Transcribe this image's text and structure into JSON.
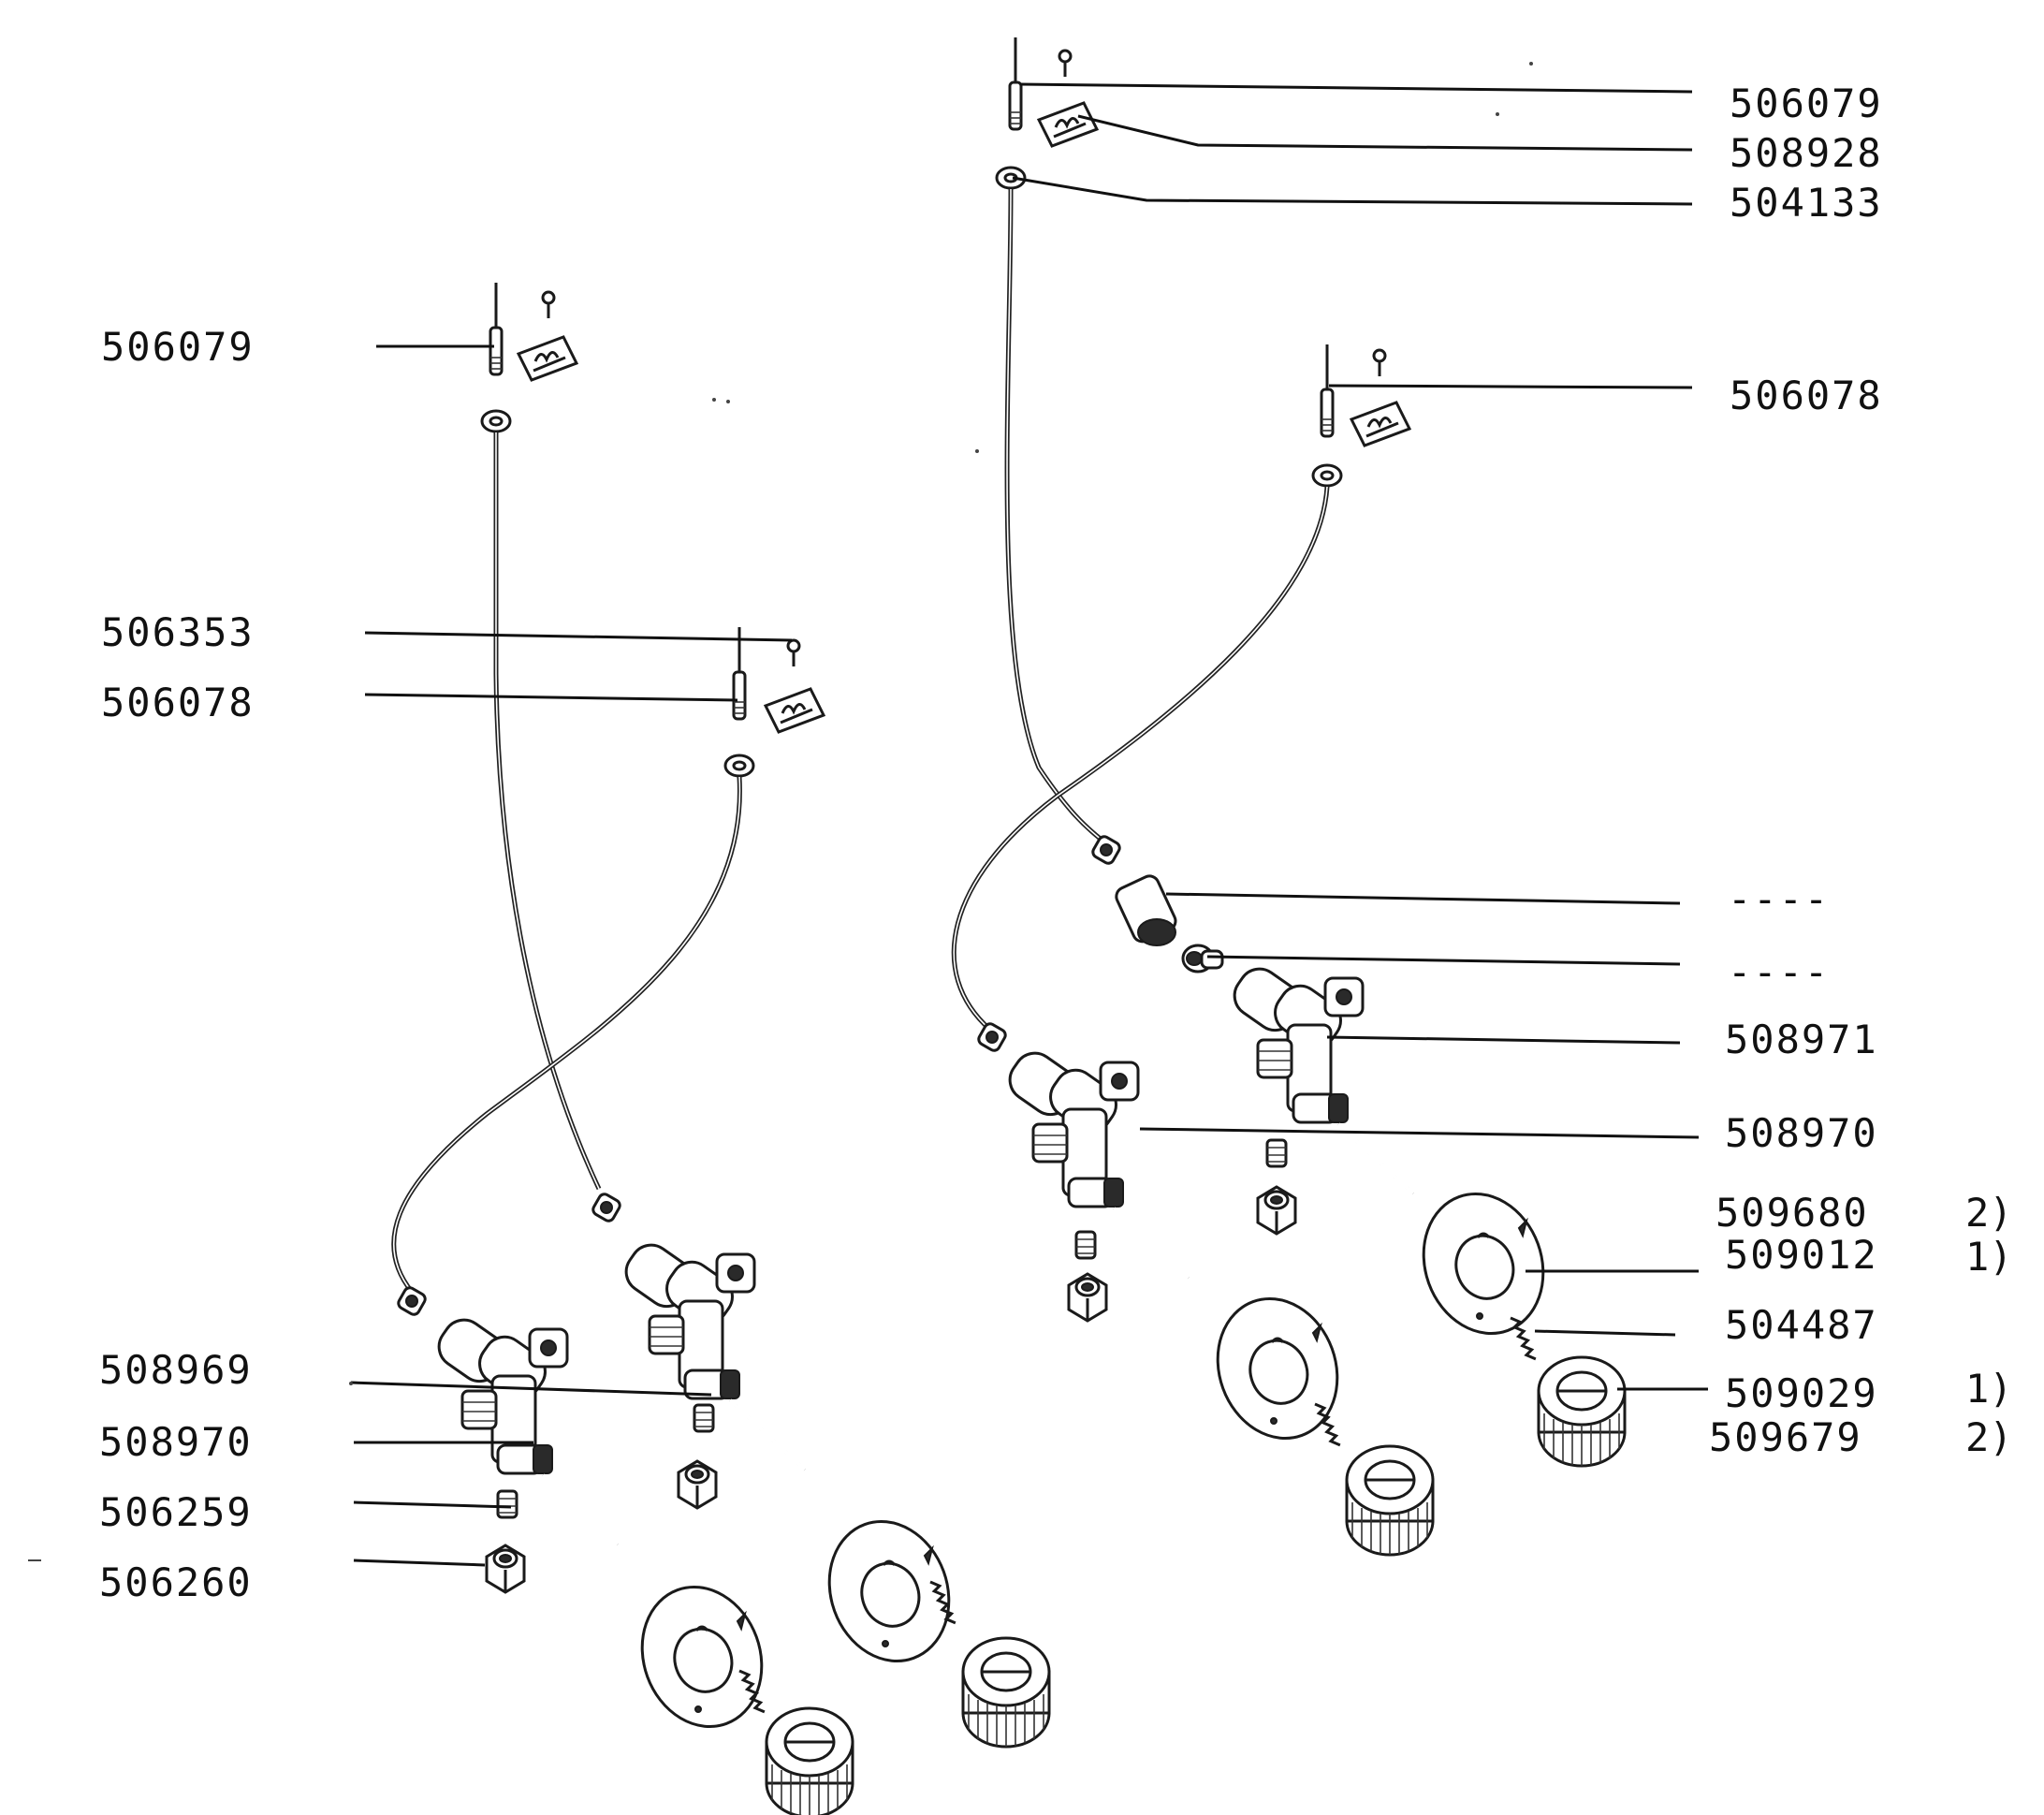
{
  "diagram": {
    "left_assembly": {
      "labels": {
        "thermocouple_top": "506079",
        "screw": "506353",
        "thermocouple_mid": "506078",
        "valve_a": "508969",
        "valve_b": "508970",
        "insert": "506259",
        "nut": "506260"
      }
    },
    "right_assembly": {
      "labels": {
        "thermocouple_top": "506079",
        "clip": "508928",
        "washer": "504133",
        "thermocouple_right": "506078",
        "blank_1": "----",
        "blank_2": "----",
        "valve_c": "508971",
        "valve_d": "508970",
        "plate_a": "509680",
        "plate_b": "509012",
        "spring": "504487",
        "knob_a": "509029",
        "knob_b": "509679"
      },
      "notes": {
        "plate_a": "2)",
        "plate_b": "1)",
        "knob_a": "1)",
        "knob_b": "2)"
      }
    }
  }
}
